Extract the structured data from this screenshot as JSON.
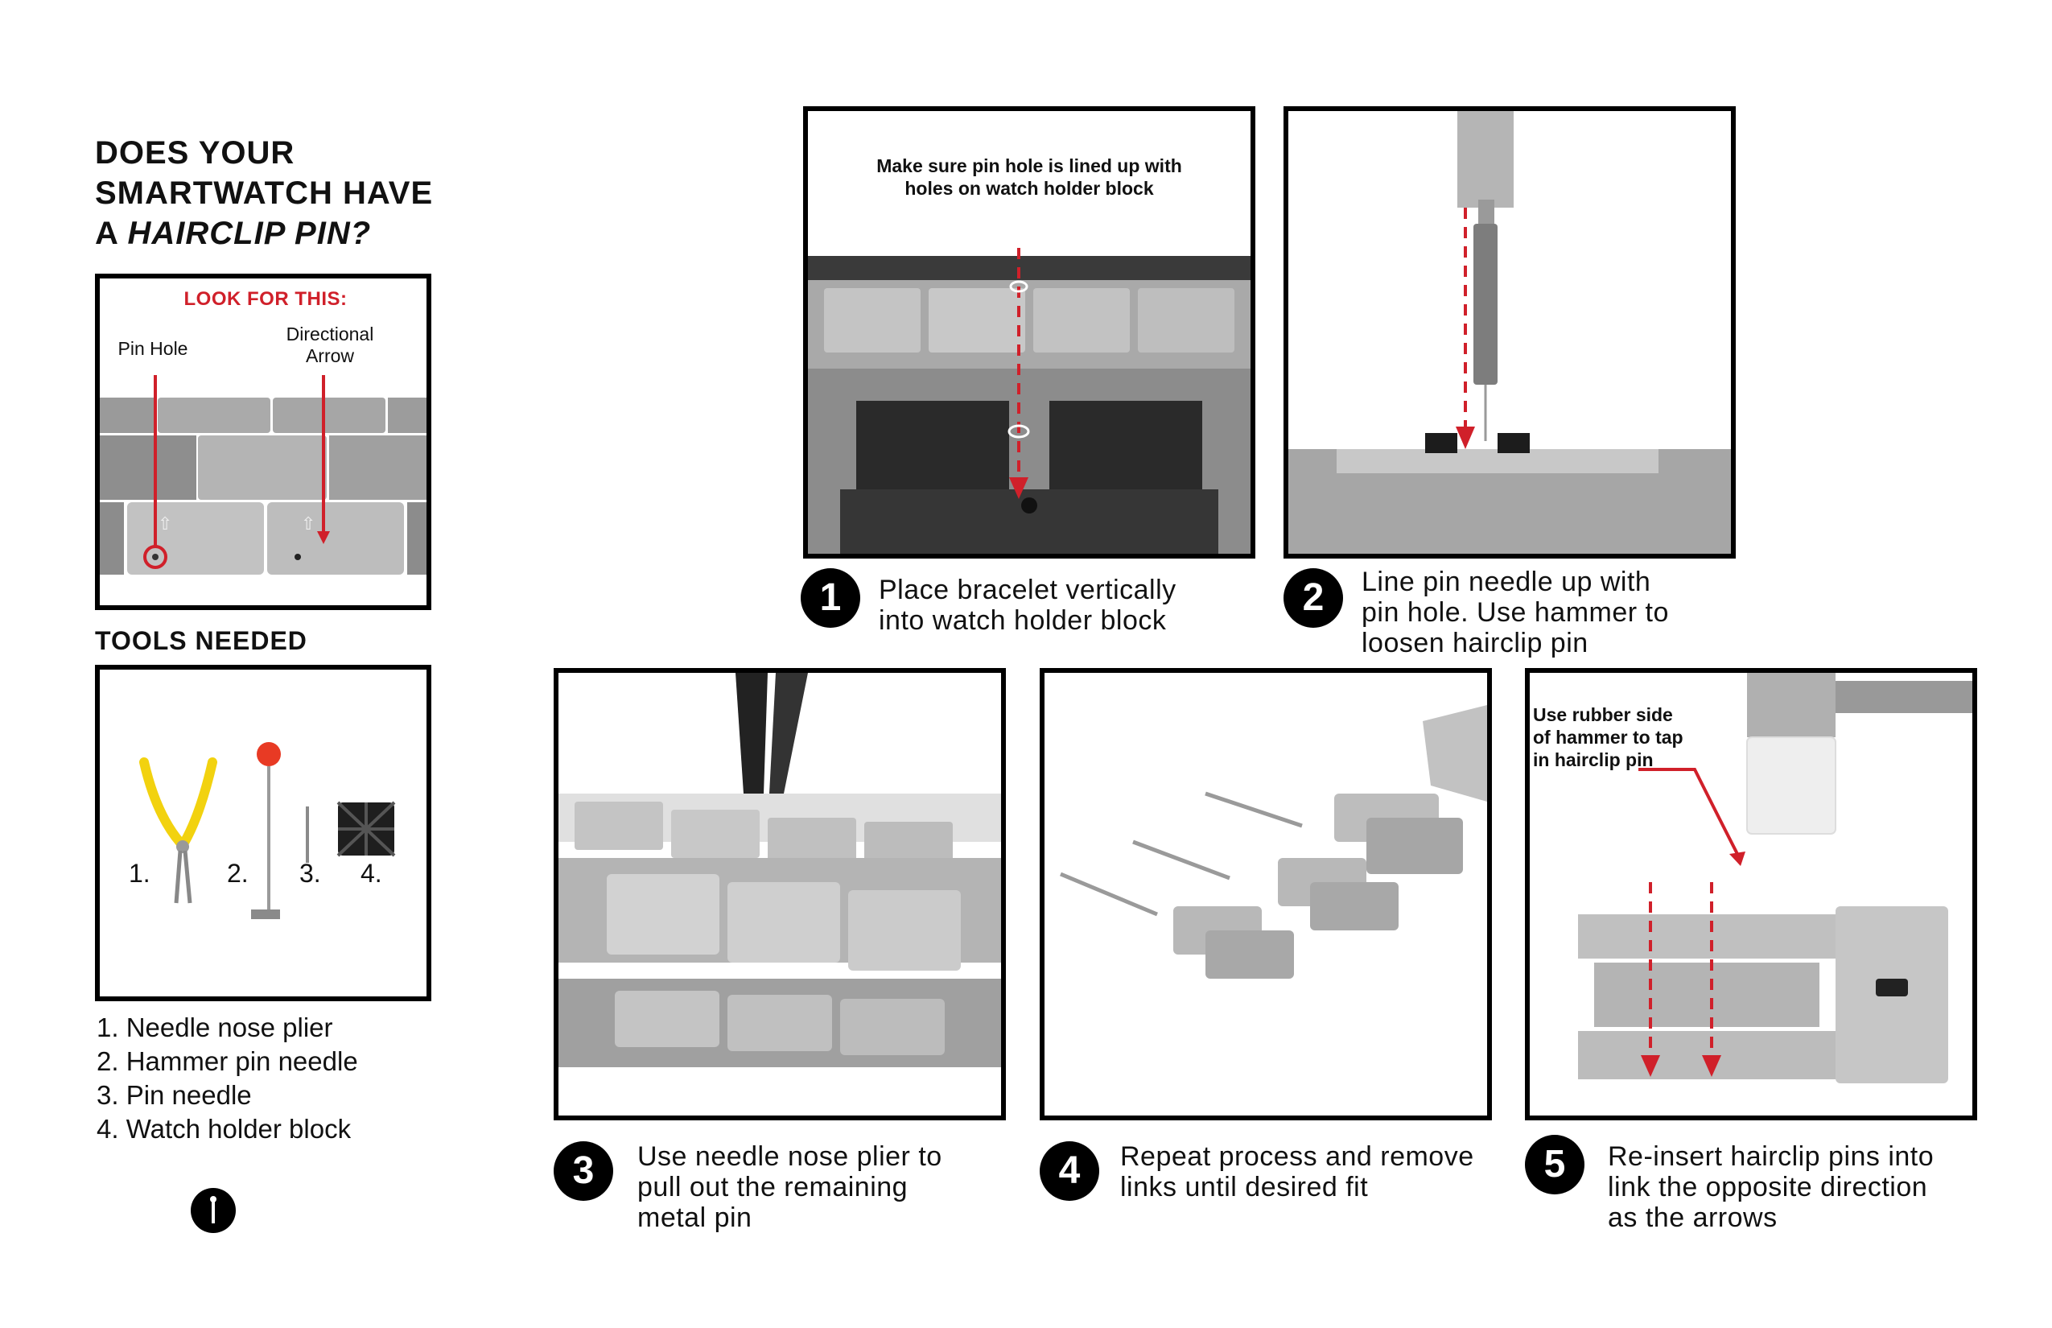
{
  "header": {
    "line1": "DOES YOUR",
    "line2": "SMARTWATCH HAVE",
    "line3_prefix": "A ",
    "line3_emphasis": "HAIRCLIP PIN?"
  },
  "lookfor": {
    "title": "LOOK FOR THIS:",
    "pin_hole": "Pin Hole",
    "directional_arrow_line1": "Directional",
    "directional_arrow_line2": "Arrow"
  },
  "tools": {
    "title": "TOOLS NEEDED",
    "image_labels": [
      "1.",
      "2.",
      "3.",
      "4."
    ],
    "list": [
      "1. Needle nose plier",
      "2. Hammer pin needle",
      "3. Pin needle",
      "4. Watch holder block"
    ]
  },
  "steps": [
    {
      "number": "1",
      "line1": "Place bracelet vertically",
      "line2": "into watch holder block",
      "line3": "",
      "callout_line1": "Make sure pin hole is lined up with",
      "callout_line2": "holes on watch holder block"
    },
    {
      "number": "2",
      "line1": "Line pin needle up with",
      "line2": "pin hole. Use hammer to",
      "line3": "loosen hairclip pin"
    },
    {
      "number": "3",
      "line1": "Use needle nose plier to",
      "line2": "pull out the remaining",
      "line3": "metal pin"
    },
    {
      "number": "4",
      "line1": "Repeat process and remove",
      "line2": "links until desired fit",
      "line3": ""
    },
    {
      "number": "5",
      "line1": "Re-insert hairclip pins into",
      "line2": "link the opposite direction",
      "line3": "as the arrows",
      "callout_line1": "Use rubber side",
      "callout_line2": "of hammer to tap",
      "callout_line3": "in hairclip pin"
    }
  ],
  "colors": {
    "accent_red": "#d0202a",
    "frame": "#000000",
    "metal": "#b9b9b9"
  },
  "icons": {
    "footer": "pin-needle-icon"
  }
}
